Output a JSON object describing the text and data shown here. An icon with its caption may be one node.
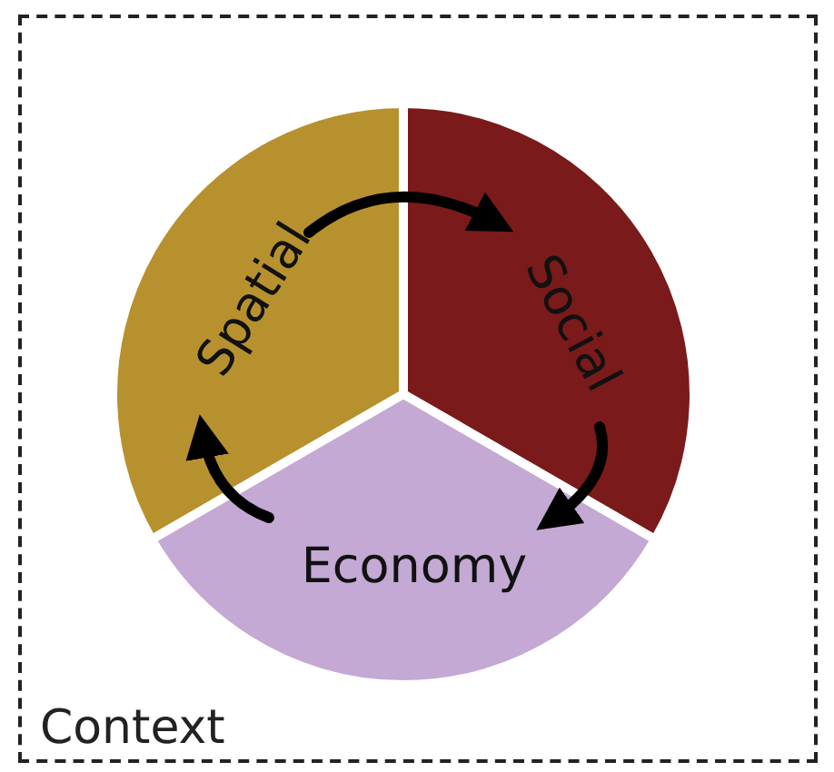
{
  "diagram": {
    "nodes": [
      {
        "text": [
          "Context"
        ]
      },
      {
        "text": [
          "Spatial"
        ],
        "in": 0
      },
      {
        "text": [
          "Social"
        ],
        "in": 0
      },
      {
        "text": [
          "Economy"
        ],
        "in": 0
      }
    ],
    "edges": [
      {
        "from": 1,
        "to": 2,
        "arrow": "to"
      },
      {
        "from": 2,
        "to": 3,
        "arrow": "to"
      },
      {
        "from": 3,
        "to": 1,
        "arrow": "to"
      }
    ]
  }
}
